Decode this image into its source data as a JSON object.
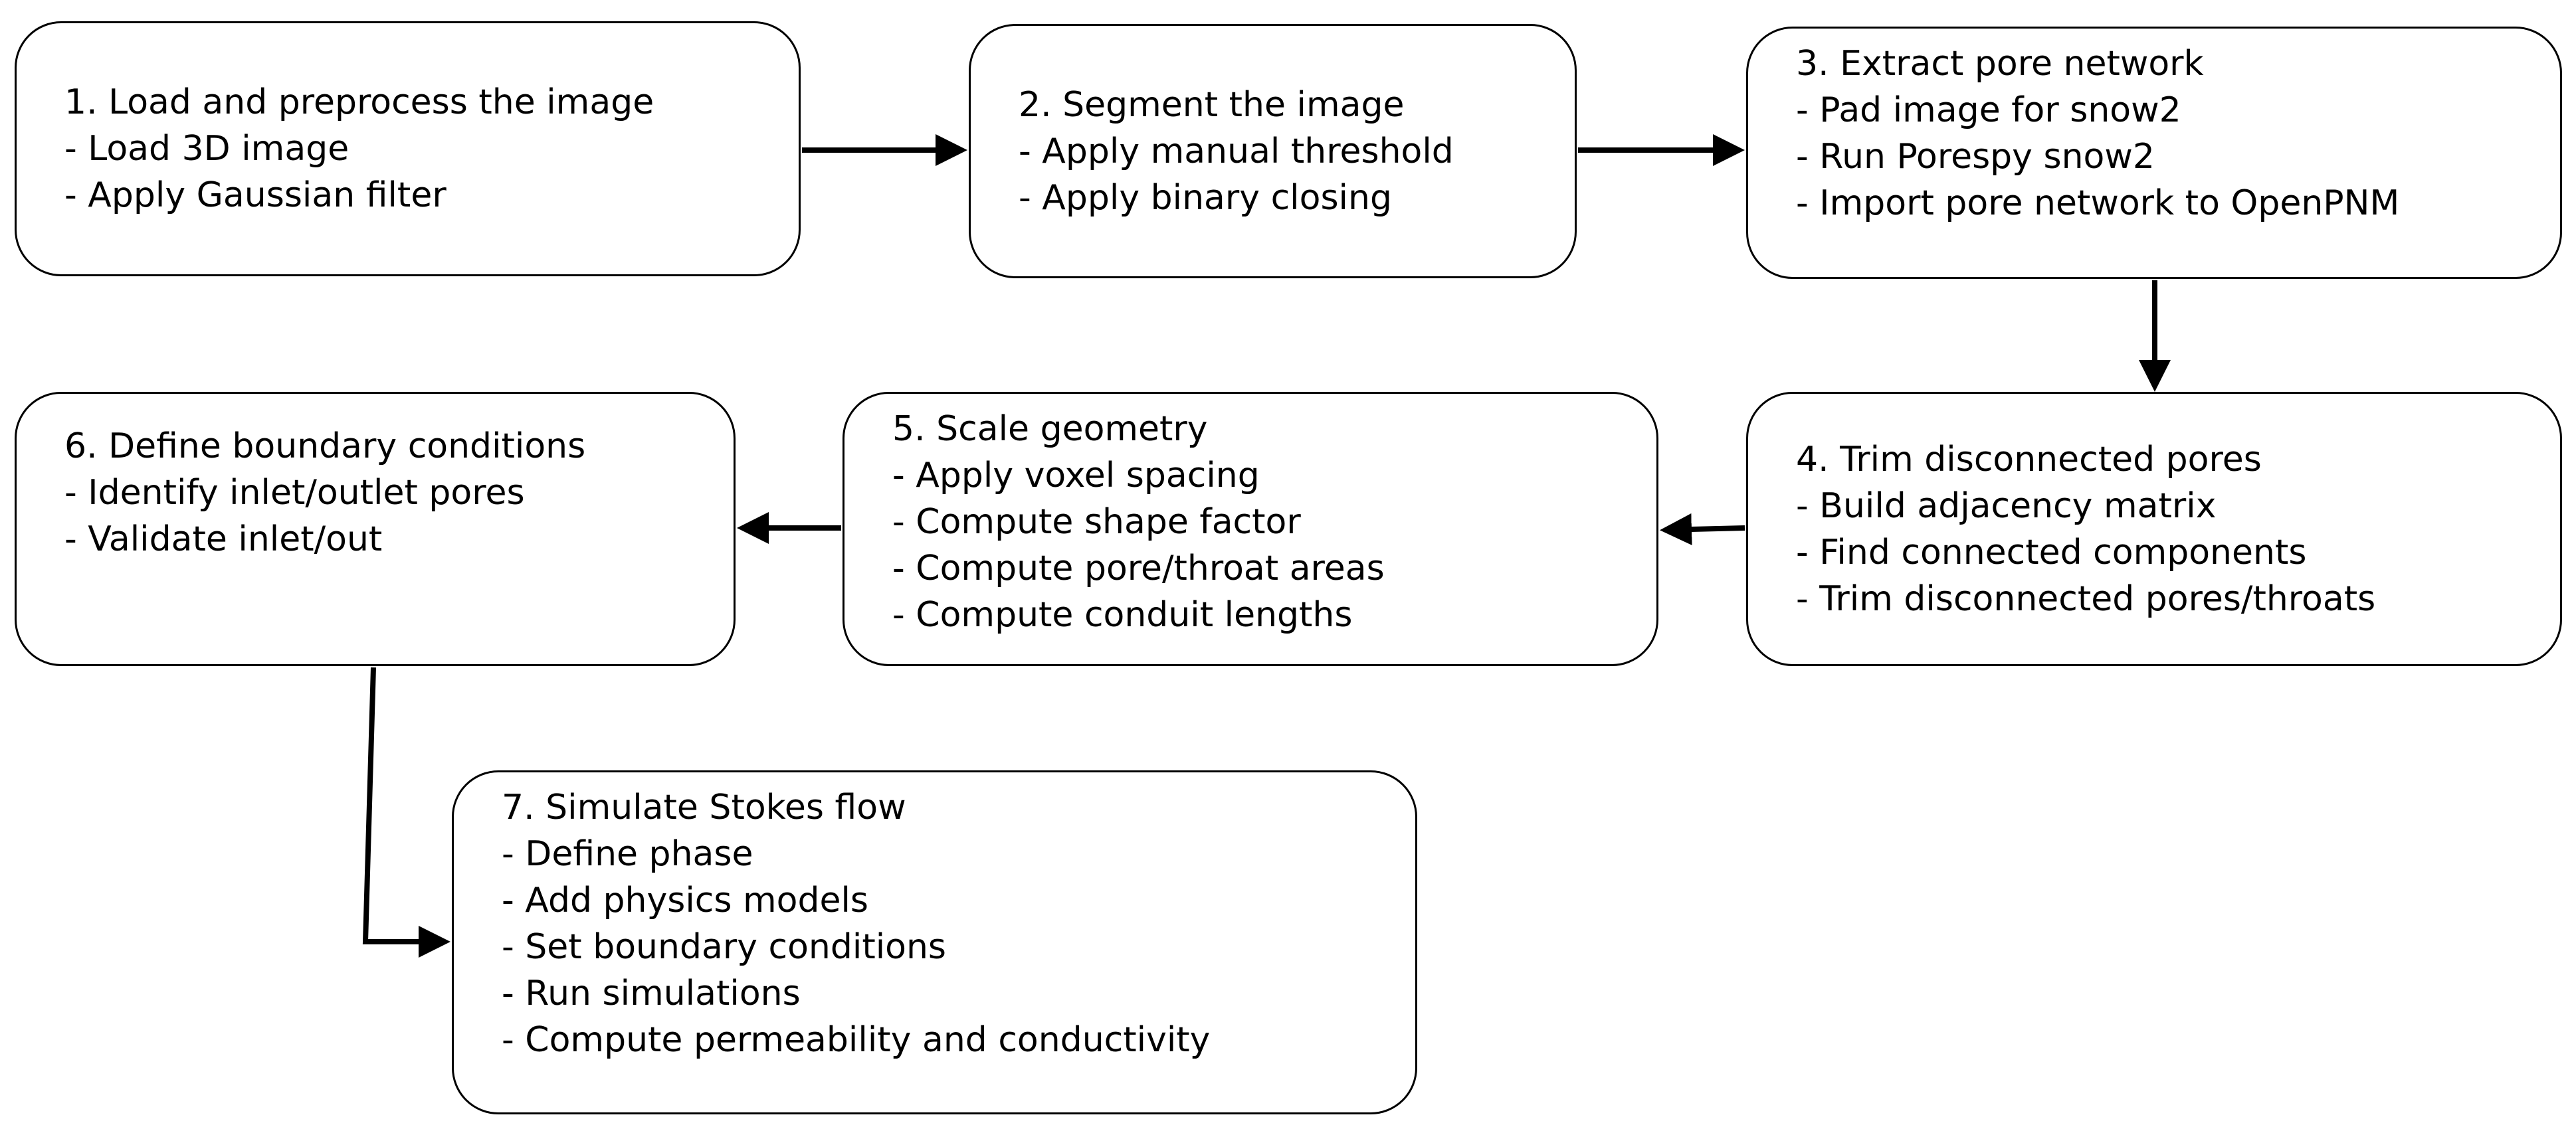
{
  "steps": [
    {
      "id": 1,
      "lines": [
        "1. Load and preprocess the image",
        "- Load 3D image",
        "- Apply Gaussian filter"
      ]
    },
    {
      "id": 2,
      "lines": [
        "2. Segment the image",
        "- Apply manual threshold",
        "- Apply binary closing"
      ]
    },
    {
      "id": 3,
      "lines": [
        "3. Extract pore network",
        "- Pad image for snow2",
        "- Run Porespy snow2",
        "- Import pore network to OpenPNM"
      ]
    },
    {
      "id": 4,
      "lines": [
        "4. Trim disconnected pores",
        "- Build adjacency matrix",
        "- Find connected components",
        "- Trim disconnected pores/throats"
      ]
    },
    {
      "id": 5,
      "lines": [
        "5. Scale geometry",
        "- Apply voxel spacing",
        "- Compute shape factor",
        "- Compute pore/throat areas",
        "- Compute conduit lengths"
      ]
    },
    {
      "id": 6,
      "lines": [
        "6. Define boundary conditions",
        "- Identify inlet/outlet pores",
        "- Validate inlet/out"
      ]
    },
    {
      "id": 7,
      "lines": [
        "7. Simulate Stokes flow",
        "- Define phase",
        "- Add physics models",
        "- Set boundary conditions",
        "- Run simulations",
        "- Compute permeability and conductivity"
      ]
    }
  ],
  "connections": [
    {
      "from": 1,
      "to": 2
    },
    {
      "from": 2,
      "to": 3
    },
    {
      "from": 3,
      "to": 4
    },
    {
      "from": 4,
      "to": 5
    },
    {
      "from": 5,
      "to": 6
    },
    {
      "from": 6,
      "to": 7
    }
  ],
  "colors": {
    "stroke": "#000000",
    "fill": "#ffffff"
  }
}
